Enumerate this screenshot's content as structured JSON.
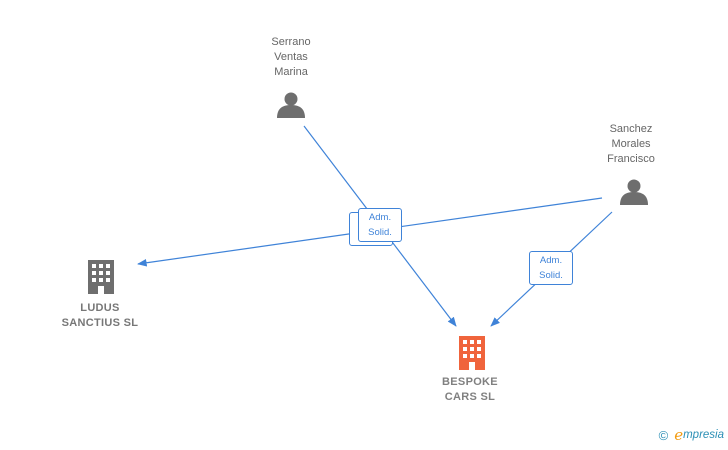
{
  "nodes": {
    "serrano": {
      "type": "person",
      "name": "Serrano\nVentas\nMarina"
    },
    "sanchez": {
      "type": "person",
      "name": "Sanchez\nMorales\nFrancisco"
    },
    "ludus": {
      "type": "company",
      "name": "LUDUS\nSANCTIUS SL"
    },
    "bespoke": {
      "type": "company",
      "name": "BESPOKE\nCARS SL",
      "focus": true
    }
  },
  "relations": [
    {
      "from": "serrano",
      "to": "bespoke",
      "label": "Adm.\nSolid."
    },
    {
      "from": "sanchez",
      "to": "ludus",
      "label": "Adm.\nSolid."
    },
    {
      "from": "sanchez",
      "to": "bespoke",
      "label": "Adm.\nSolid."
    }
  ],
  "colors": {
    "person_icon": "#6e6e6e",
    "company_icon": "#6e6e6e",
    "focus_company_icon": "#f0643c",
    "edge": "#3f83d8"
  },
  "footer": {
    "copyright": "©",
    "brand_initial": "e",
    "brand_rest": "mpresia"
  }
}
